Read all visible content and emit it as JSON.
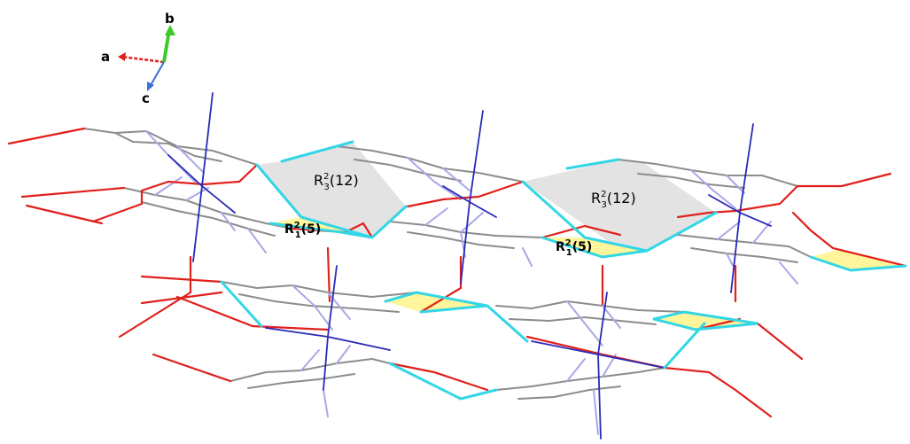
{
  "axes": {
    "a": "a",
    "b": "b",
    "c": "c",
    "colors": {
      "a": "#e0201c",
      "b": "#3ecb2a",
      "c": "#3a6fd8"
    }
  },
  "ring_labels": [
    {
      "main": "R",
      "sup": "2",
      "sub": "3",
      "suffix": "(12)"
    },
    {
      "main": "R",
      "sup": "2",
      "sub": "3",
      "suffix": "(12)"
    },
    {
      "main": "R",
      "sup": "2",
      "sub": "1",
      "suffix": "(5)"
    },
    {
      "main": "R",
      "sup": "2",
      "sub": "1",
      "suffix": "(5)"
    }
  ],
  "colors": {
    "carbon_bond": "#8c8c8c",
    "nitrogen_bond": "#a8a8e8",
    "oxygen_bond": "#e0201c",
    "metal_bond": "#2a2ab8",
    "hbond": "#33d6e6",
    "large_ring_fill": "#e3e3e3",
    "small_ring_fill": "#fff59a"
  }
}
